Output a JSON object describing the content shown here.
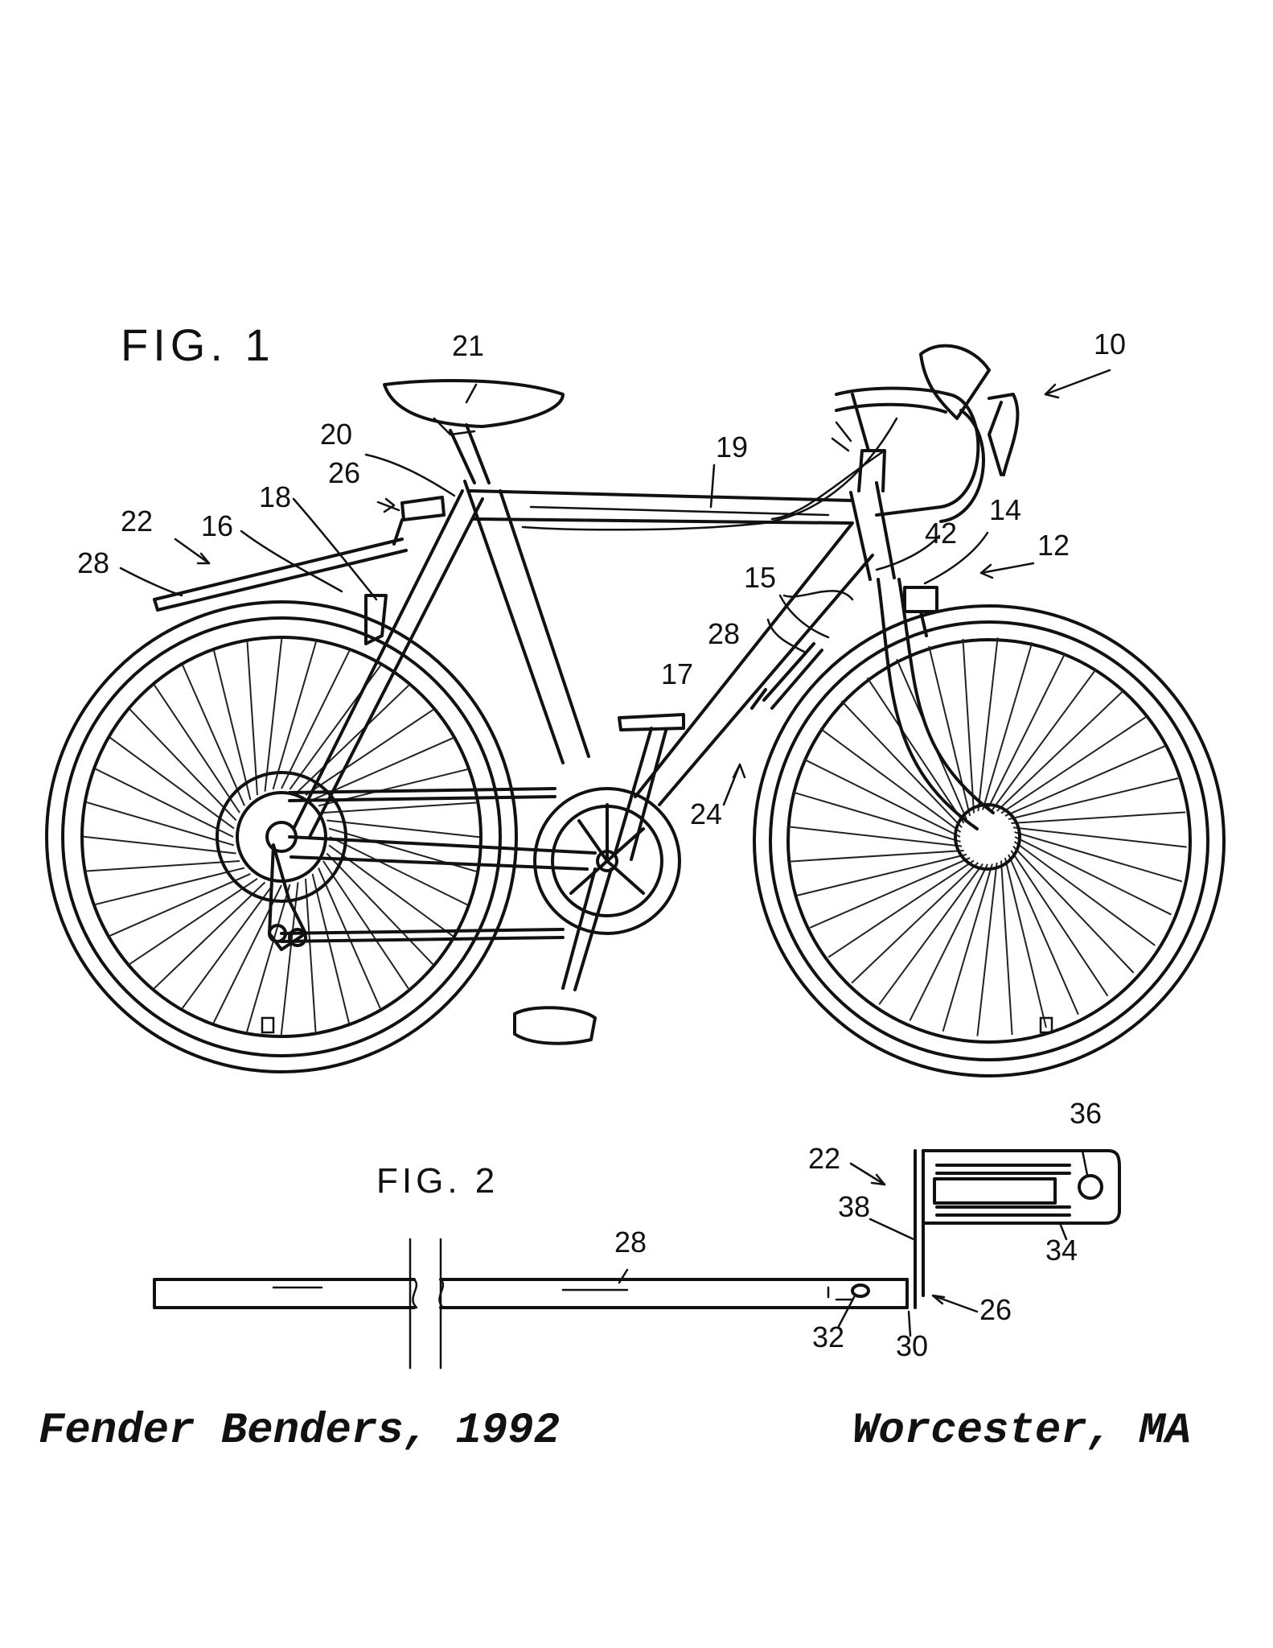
{
  "figures": {
    "fig1_title": "FIG. 1",
    "fig2_title": "FIG. 2"
  },
  "labels": {
    "n10": "10",
    "n12": "12",
    "n14": "14",
    "n15": "15",
    "n16": "16",
    "n17": "17",
    "n18": "18",
    "n19": "19",
    "n20": "20",
    "n21": "21",
    "n22": "22",
    "n24": "24",
    "n26": "26",
    "n28": "28",
    "n42": "42",
    "n28b": "28",
    "n22b": "22",
    "n26b": "26",
    "n28c": "28",
    "n30": "30",
    "n32": "32",
    "n34": "34",
    "n36": "36",
    "n38": "38"
  },
  "caption": {
    "left": "Fender Benders, 1992",
    "right": "Worcester, MA"
  }
}
